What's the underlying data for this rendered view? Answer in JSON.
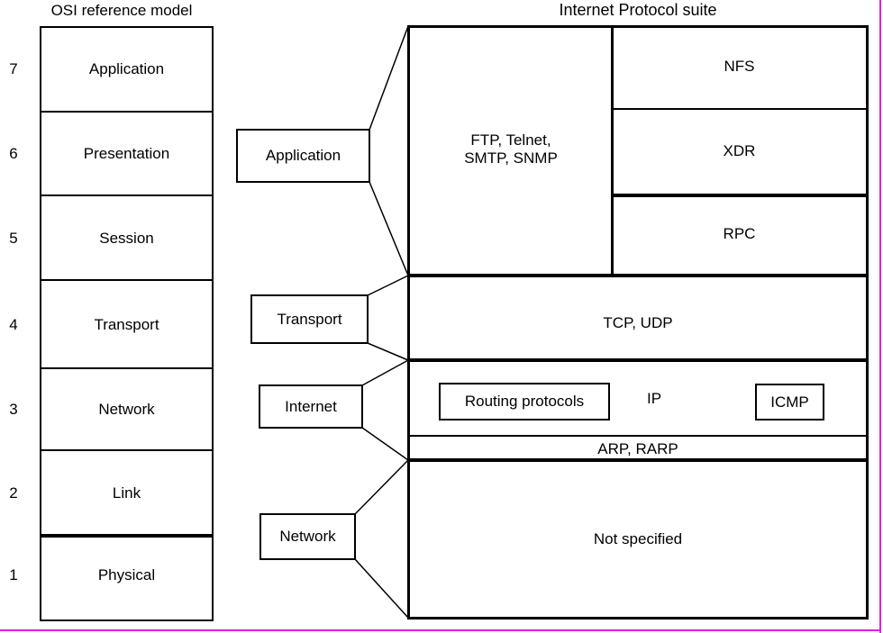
{
  "osi": {
    "title": "OSI reference model",
    "layers": [
      {
        "num": "7",
        "label": "Application"
      },
      {
        "num": "6",
        "label": "Presentation"
      },
      {
        "num": "5",
        "label": "Session"
      },
      {
        "num": "4",
        "label": "Transport"
      },
      {
        "num": "3",
        "label": "Network"
      },
      {
        "num": "2",
        "label": "Link"
      },
      {
        "num": "1",
        "label": "Physical"
      }
    ]
  },
  "middle": {
    "application": "Application",
    "transport": "Transport",
    "internet": "Internet",
    "network": "Network"
  },
  "suite": {
    "title": "Internet Protocol suite",
    "application_protocols_line1": "FTP, Telnet,",
    "application_protocols_line2": "SMTP, SNMP",
    "nfs": "NFS",
    "xdr": "XDR",
    "rpc": "RPC",
    "transport_protocols": "TCP, UDP",
    "routing_protocols": "Routing protocols",
    "ip": "IP",
    "icmp": "ICMP",
    "arp": "ARP, RARP",
    "not_specified": "Not specified"
  },
  "colors": {
    "line": "#000000",
    "frame": "#e020e0",
    "background": "#ffffff"
  }
}
